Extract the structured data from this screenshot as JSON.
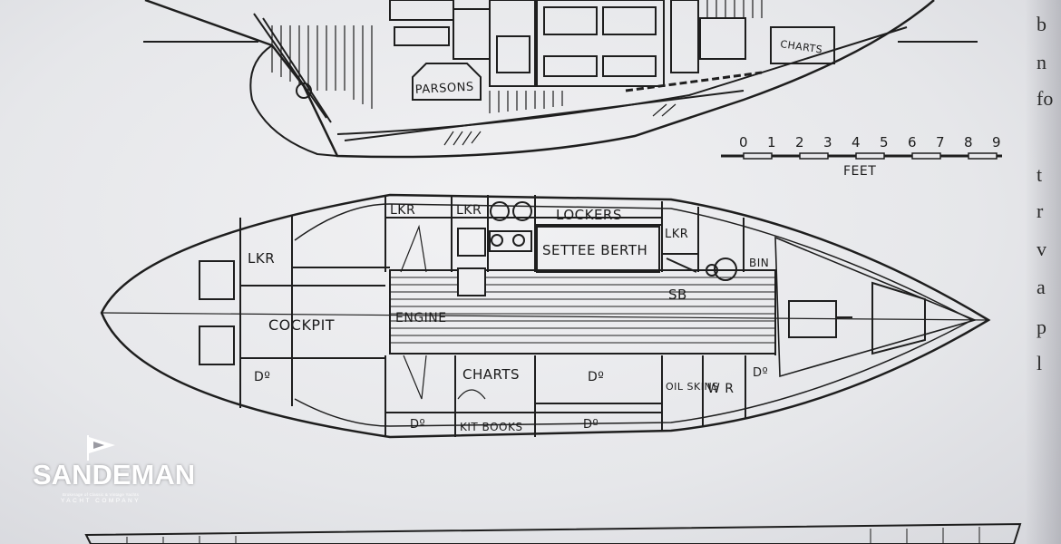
{
  "scale": {
    "ticks": [
      "0",
      "1",
      "2",
      "3",
      "4",
      "5",
      "6",
      "7",
      "8",
      "9"
    ],
    "unit": "FEET"
  },
  "labels": {
    "parsons": "PARSONS",
    "charts_top": "CHARTS",
    "lkr_aft": "LKR",
    "lkr1": "LKR",
    "lkr2": "LKR",
    "lockers": "LOCKERS",
    "settee_berth": "SETTEE BERTH",
    "lkr_fwd": "LKR",
    "bin": "BIN",
    "sb": "SB",
    "cockpit": "COCKPIT",
    "engine": "ENGINE",
    "do_aft": "Dº",
    "charts": "CHARTS",
    "do_mid": "Dº",
    "oil_skins": "OIL SKINS",
    "wr": "W R",
    "do_fwd": "Dº",
    "do_bottom1": "Dº",
    "kit_books": "KIT BOOKS",
    "do_bottom2": "Dº"
  },
  "margin_text": [
    "b",
    "n",
    "fo",
    "t",
    "r",
    "v",
    "a",
    "p",
    "l"
  ],
  "logo": {
    "name": "SANDEMAN",
    "tagline": "Brokerage of Classic & Vintage Yachts",
    "sub": "YACHT COMPANY",
    "brand_color": "#ffffff"
  }
}
